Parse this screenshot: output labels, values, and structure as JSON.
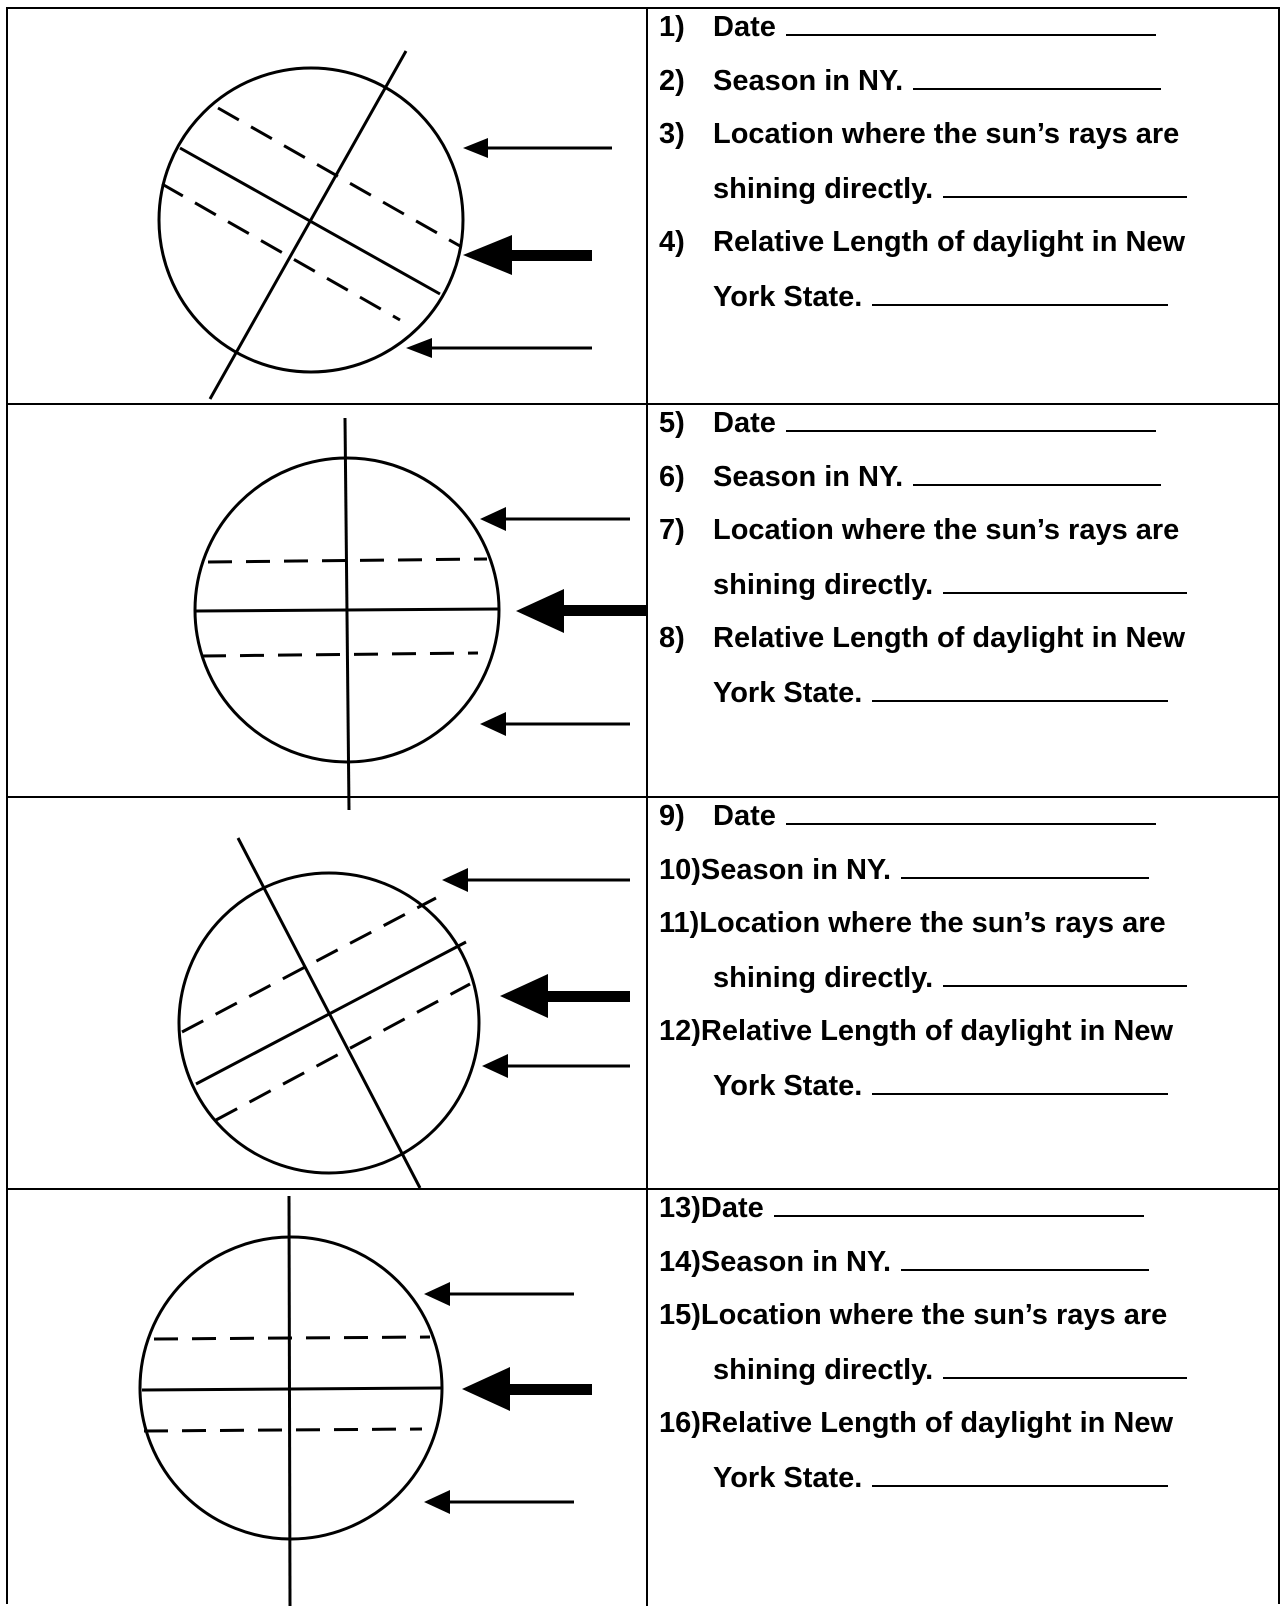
{
  "sections": [
    {
      "questions": [
        {
          "num": "1)",
          "text": "Date",
          "blank_width": 370
        },
        {
          "num": "2)",
          "text": "Season in NY.",
          "blank_width": 248
        },
        {
          "num": "3)",
          "text": "Location where the sun’s rays are",
          "blank_width": 0
        },
        {
          "num": "",
          "text": "shining directly.",
          "blank_width": 244
        },
        {
          "num": "4)",
          "text": "Relative Length of daylight in New",
          "blank_width": 0
        },
        {
          "num": "",
          "text": "York State.",
          "blank_width": 296
        }
      ]
    },
    {
      "questions": [
        {
          "num": "5)",
          "text": "Date",
          "blank_width": 370
        },
        {
          "num": "6)",
          "text": "Season in NY.",
          "blank_width": 248
        },
        {
          "num": "7)",
          "text": "Location where the sun’s rays are",
          "blank_width": 0
        },
        {
          "num": "",
          "text": "shining directly.",
          "blank_width": 244
        },
        {
          "num": "8)",
          "text": "Relative Length of daylight in New",
          "blank_width": 0
        },
        {
          "num": "",
          "text": "York State.",
          "blank_width": 296
        }
      ]
    },
    {
      "questions": [
        {
          "num": "9)",
          "text": "Date",
          "blank_width": 370
        },
        {
          "num": "10)",
          "text": "Season in NY.",
          "blank_width": 248
        },
        {
          "num": "11)",
          "text": "Location where the sun’s rays are",
          "blank_width": 0
        },
        {
          "num": "",
          "text": "shining directly.",
          "blank_width": 244
        },
        {
          "num": "12)",
          "text": "Relative Length of daylight in New",
          "blank_width": 0
        },
        {
          "num": "",
          "text": "York State.",
          "blank_width": 296
        }
      ]
    },
    {
      "questions": [
        {
          "num": "13)",
          "text": "Date",
          "blank_width": 370
        },
        {
          "num": "14)",
          "text": "Season in NY.",
          "blank_width": 248
        },
        {
          "num": "15)",
          "text": "Location where the sun’s rays are",
          "blank_width": 0
        },
        {
          "num": "",
          "text": "shining directly.",
          "blank_width": 244
        },
        {
          "num": "16)",
          "text": "Relative Length of daylight in New",
          "blank_width": 0
        },
        {
          "num": "",
          "text": "York State.",
          "blank_width": 296
        }
      ]
    }
  ]
}
